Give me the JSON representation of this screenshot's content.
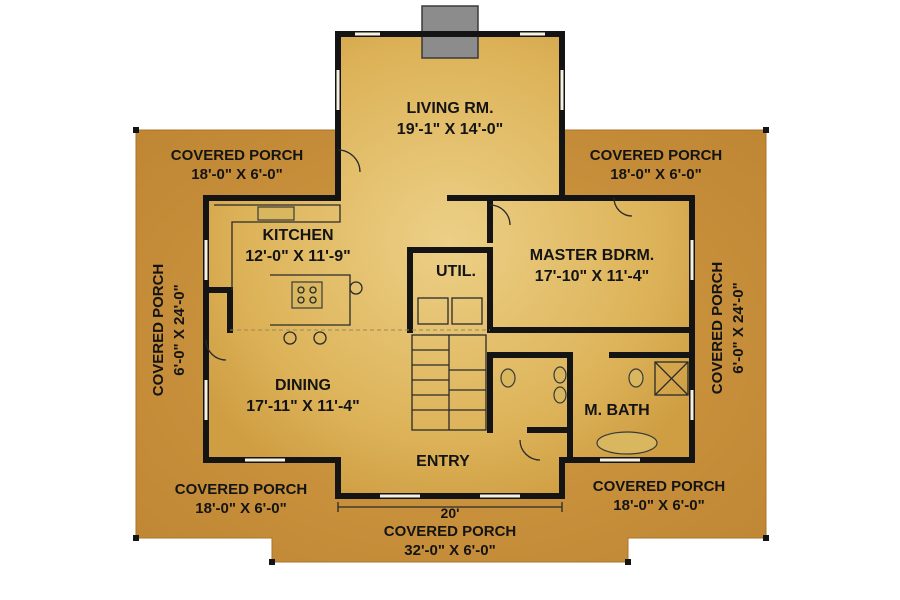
{
  "rooms": {
    "living": {
      "name": "LIVING RM.",
      "size": "19'-1\" X 14'-0\""
    },
    "kitchen": {
      "name": "KITCHEN",
      "size": "12'-0\" X 11'-9\""
    },
    "util": {
      "name": "UTIL."
    },
    "master": {
      "name": "MASTER BDRM.",
      "size": "17'-10\" X 11'-4\""
    },
    "dining": {
      "name": "DINING",
      "size": "17'-11\" X 11'-4\""
    },
    "bath": {
      "name": "M. BATH"
    },
    "entry": {
      "name": "ENTRY"
    }
  },
  "porches": {
    "top_left": {
      "name": "COVERED PORCH",
      "size": "18'-0\" X 6'-0\""
    },
    "top_right": {
      "name": "COVERED PORCH",
      "size": "18'-0\" X 6'-0\""
    },
    "left": {
      "name": "COVERED PORCH",
      "size": "6'-0\" X 24'-0\""
    },
    "right": {
      "name": "COVERED PORCH",
      "size": "6'-0\" X 24'-0\""
    },
    "bottom_left": {
      "name": "COVERED PORCH",
      "size": "18'-0\" X 6'-0\""
    },
    "bottom_right": {
      "name": "COVERED PORCH",
      "size": "18'-0\" X 6'-0\""
    },
    "front": {
      "name": "COVERED PORCH",
      "size": "32'-0\" X 6'-0\""
    }
  },
  "dimension": {
    "front_width": "20'"
  },
  "colors": {
    "porch_floor": "#c8913c",
    "interior_light": "#e9cc82",
    "interior_mid": "#d8ac4f",
    "wall": "#141414",
    "chimney": "#8c8c8c",
    "background": "#ffffff"
  }
}
